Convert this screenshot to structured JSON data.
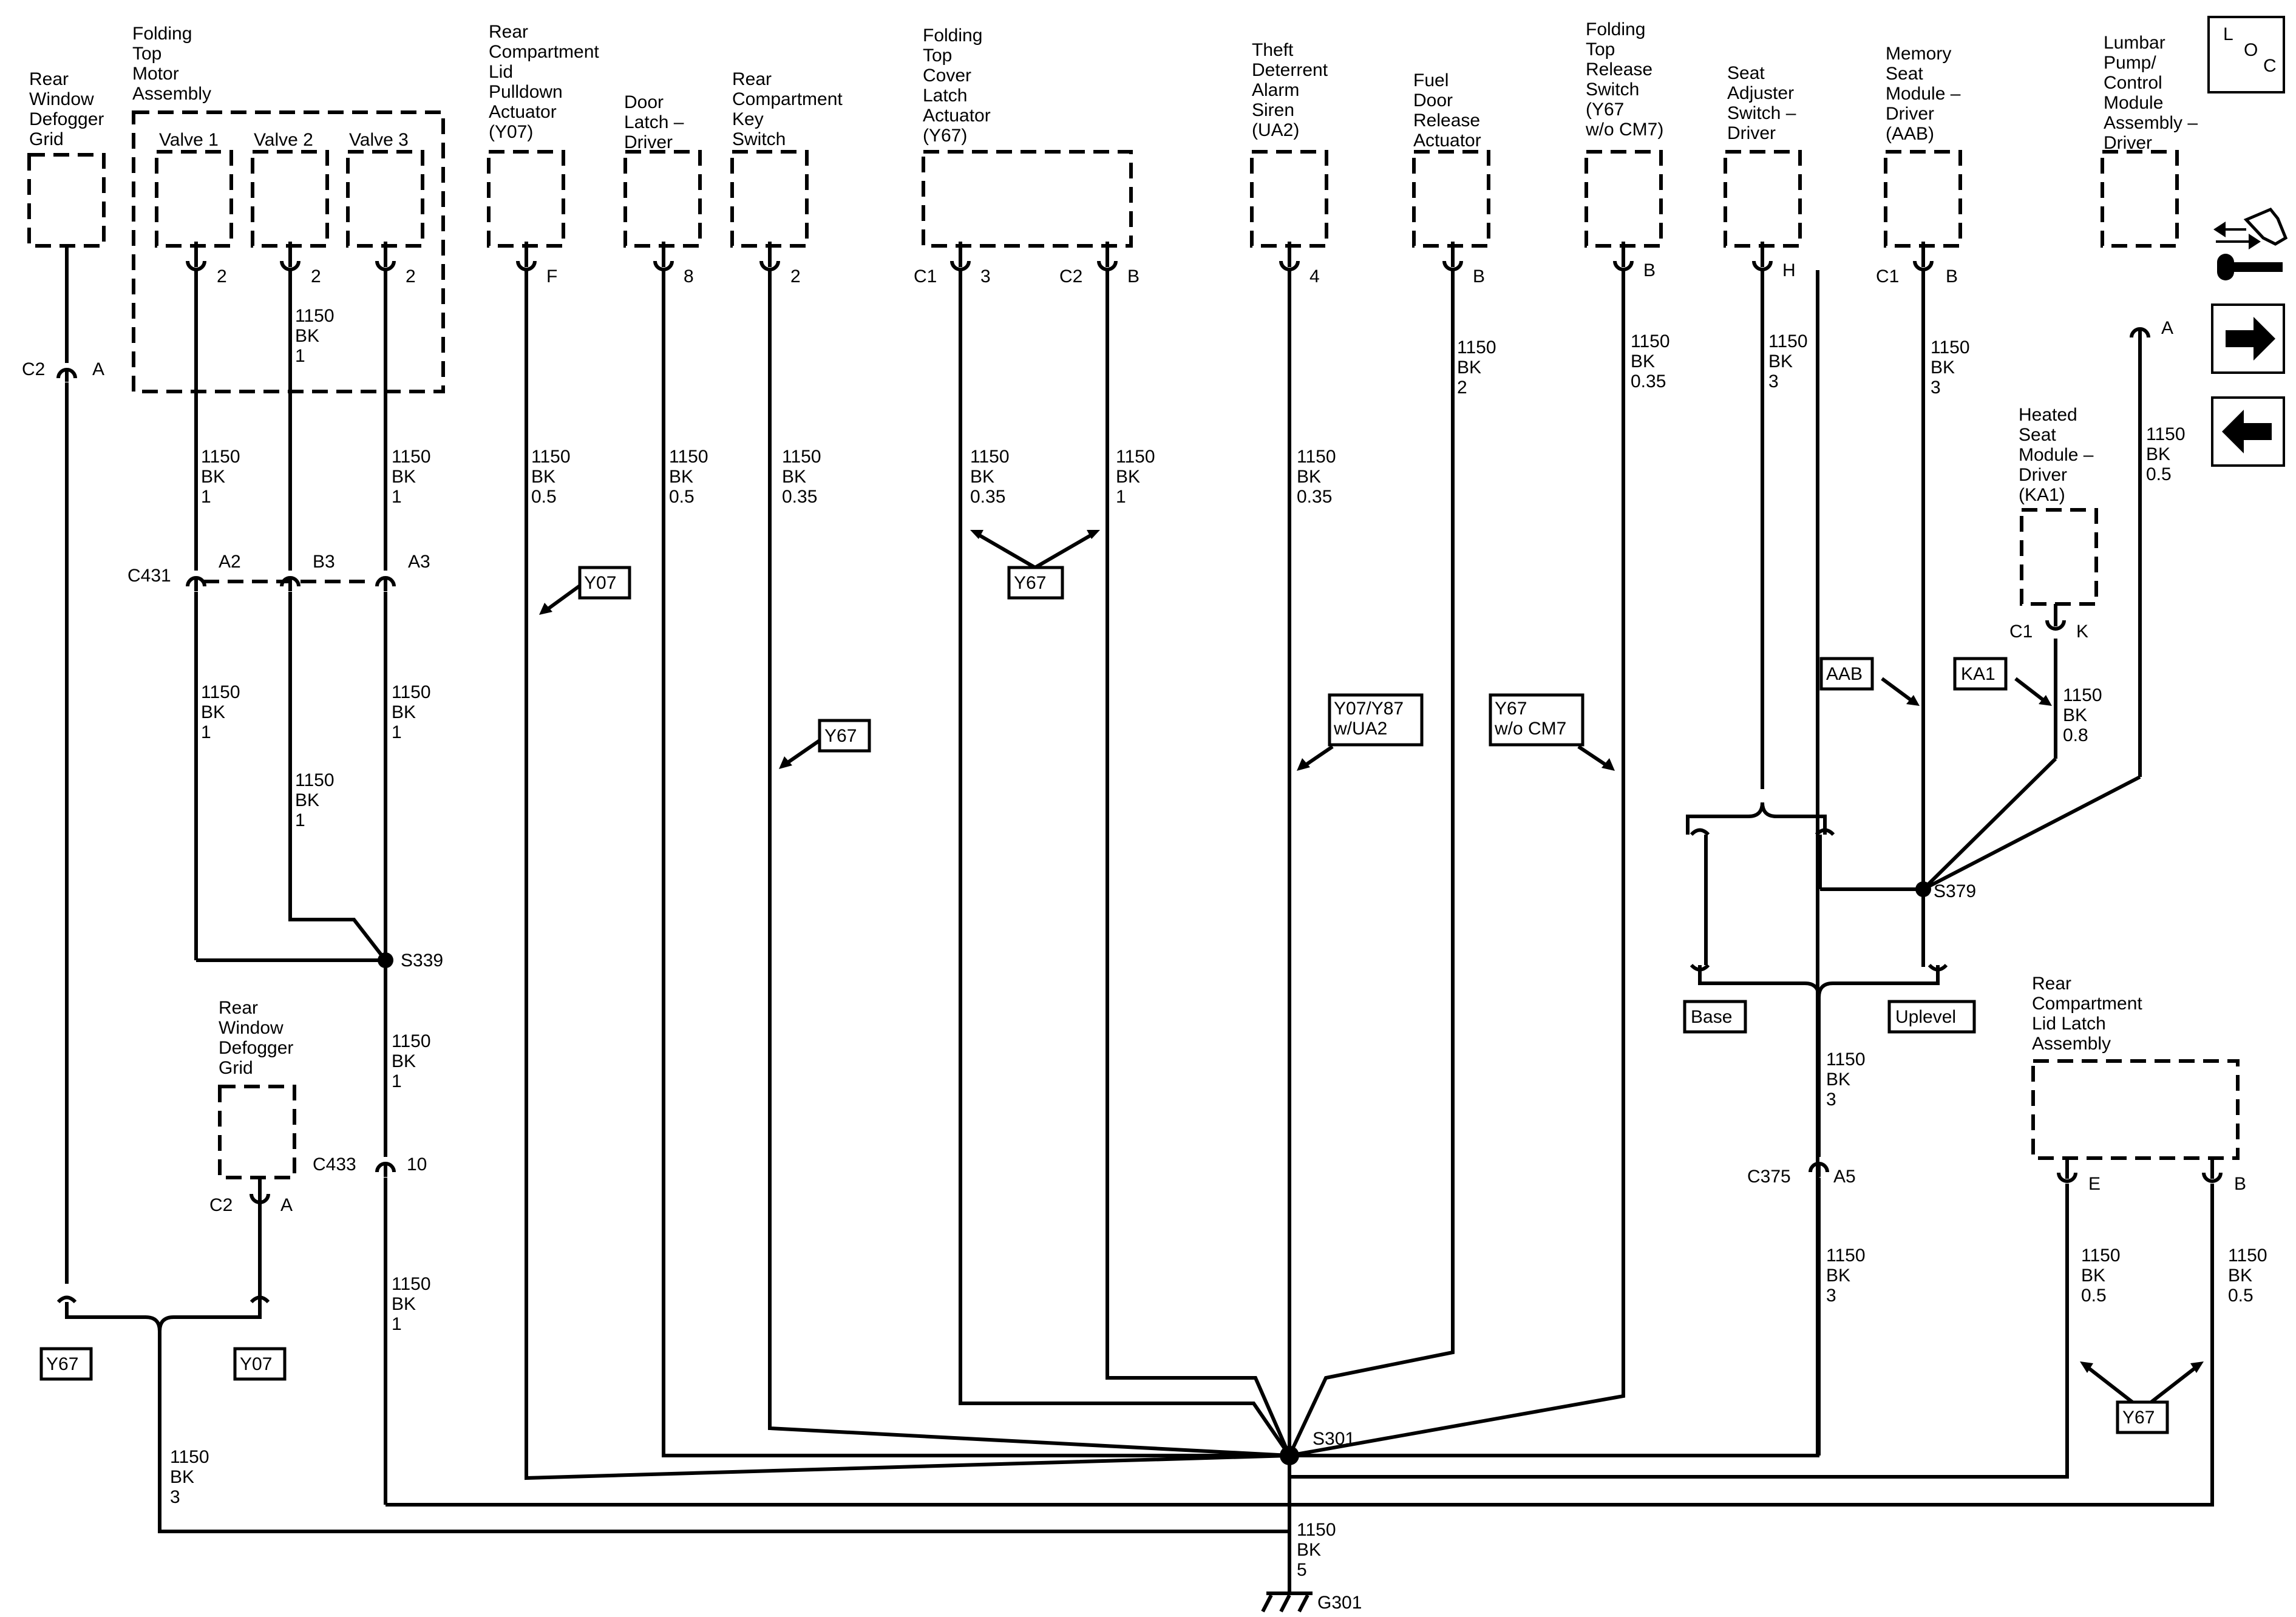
{
  "diagram": {
    "components": {
      "defogger_top": "Rear\nWindow\nDefogger\nGrid",
      "folding_top_motor": "Folding\nTop\nMotor\nAssembly",
      "valve1": "Valve 1",
      "valve2": "Valve 2",
      "valve3": "Valve 3",
      "pulldown_actuator": "Rear\nCompartment\nLid\nPulldown\nActuator\n(Y07)",
      "door_latch": "Door\nLatch –\nDriver",
      "key_switch": "Rear\nCompartment\nKey\nSwitch",
      "cover_latch": "Folding\nTop\nCover\nLatch\nActuator\n(Y67)",
      "alarm_siren": "Theft\nDeterrent\nAlarm\nSiren\n(UA2)",
      "fuel_door": "Fuel\nDoor\nRelease\nActuator",
      "top_release": "Folding\nTop\nRelease\nSwitch\n(Y67\nw/o CM7)",
      "seat_adjuster": "Seat\nAdjuster\nSwitch –\nDriver",
      "memory_seat": "Memory\nSeat\nModule –\nDriver\n(AAB)",
      "lumbar": "Lumbar\nPump/\nControl\nModule\nAssembly –\nDriver",
      "heated_seat": "Heated\nSeat\nModule –\nDriver\n(KA1)",
      "defogger_lower": "Rear\nWindow\nDefogger\nGrid",
      "lid_latch": "Rear\nCompartment\nLid Latch\nAssembly"
    },
    "pins": {
      "defog_conn": "C2",
      "defog_pin": "A",
      "v1": "2",
      "v2": "2",
      "v3": "2",
      "pulldown": "F",
      "door": "8",
      "key": "2",
      "cover_c1": "C1",
      "cover_p1": "3",
      "cover_c2": "C2",
      "cover_p2": "B",
      "siren": "4",
      "fuel": "B",
      "release": "B",
      "seat_adj": "H",
      "mem_c": "C1",
      "mem_p": "B",
      "lumbar": "A",
      "heated_c": "C1",
      "heated_p": "K",
      "c431": "C431",
      "c431_a2": "A2",
      "c431_b3": "B3",
      "c431_a3": "A3",
      "c433": "C433",
      "c433_p": "10",
      "low_defog_c": "C2",
      "low_defog_p": "A",
      "c375": "C375",
      "c375_p": "A5",
      "latch_e": "E",
      "latch_b": "B"
    },
    "wires": {
      "bk1": "1150\nBK\n1",
      "bk05": "1150\nBK\n0.5",
      "bk035": "1150\nBK\n0.35",
      "bk2": "1150\nBK\n2",
      "bk3": "1150\nBK\n3",
      "bk08": "1150\nBK\n0.8",
      "bk5": "1150\nBK\n5"
    },
    "splices": {
      "s339": "S339",
      "s379": "S379",
      "s301": "S301",
      "g301": "G301"
    },
    "options": {
      "y07": "Y07",
      "y67": "Y67",
      "y07_y87": "Y07/Y87\nw/UA2",
      "y67_cm7": "Y67\nw/o CM7",
      "aab": "AAB",
      "ka1": "KA1",
      "base": "Base",
      "uplevel": "Uplevel"
    },
    "nav": {
      "loc_l": "L",
      "loc_o": "O",
      "loc_c": "C"
    }
  }
}
